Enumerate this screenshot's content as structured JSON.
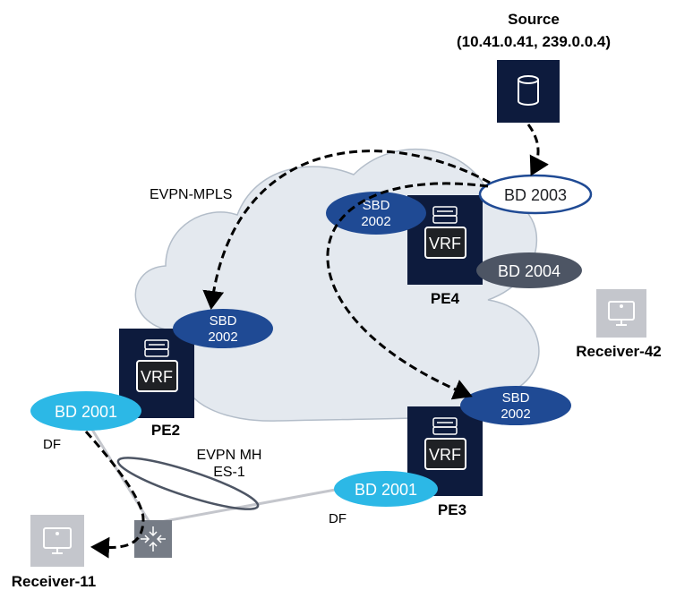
{
  "source": {
    "title": "Source",
    "address": "(10.41.0.41, 239.0.0.4)"
  },
  "labels": {
    "evpn_mpls": "EVPN-MPLS",
    "evpn_mh_line1": "EVPN MH",
    "evpn_mh_line2": "ES-1",
    "df_pe2": "DF",
    "df_pe3": "DF"
  },
  "routers": {
    "pe2": {
      "name": "PE2",
      "vrf": "VRF"
    },
    "pe3": {
      "name": "PE3",
      "vrf": "VRF"
    },
    "pe4": {
      "name": "PE4",
      "vrf": "VRF"
    }
  },
  "bridge_domains": {
    "pe4_bd2003": "BD 2003",
    "pe4_sbd_l1": "SBD",
    "pe4_sbd_l2": "2002",
    "pe4_bd2004": "BD 2004",
    "pe2_sbd_l1": "SBD",
    "pe2_sbd_l2": "2002",
    "pe2_bd2001": "BD 2001",
    "pe3_sbd_l1": "SBD",
    "pe3_sbd_l2": "2002",
    "pe3_bd2001": "BD 2001"
  },
  "receivers": {
    "r11": "Receiver-11",
    "r42": "Receiver-42"
  },
  "colors": {
    "navy": "#0d1b3d",
    "dark_blue": "#1f4a94",
    "light_blue": "#2cb8e6",
    "slate": "#4d5564",
    "cloud": "#e4e9ef",
    "cloud_stroke": "#b3bdc9",
    "gray_device": "#c4c6cc"
  }
}
